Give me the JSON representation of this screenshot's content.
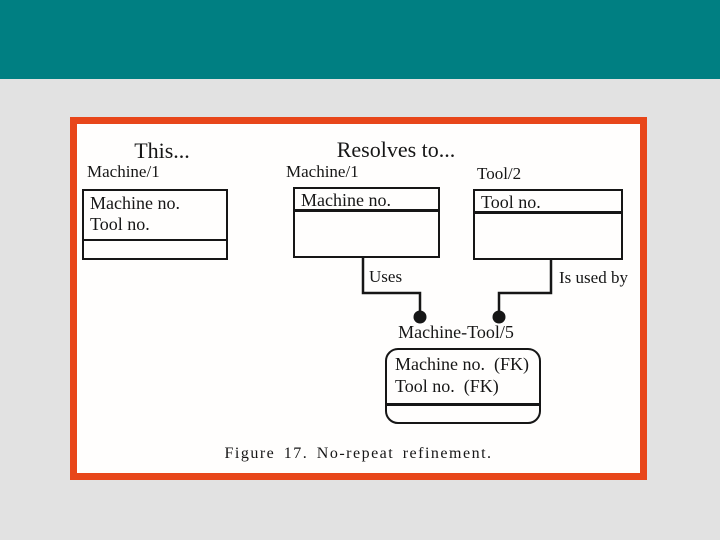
{
  "theme": {
    "header_color": "#007f82",
    "slide_background": "#e2e2e2",
    "frame_border_color": "#e8461a",
    "frame_background": "#fffefd",
    "ink_color": "#161616"
  },
  "figure": {
    "heading_left": "This...",
    "heading_right": "Resolves to...",
    "before": {
      "entity_label": "Machine/1",
      "attributes": [
        "Machine no.",
        "Tool no."
      ]
    },
    "resolved": {
      "machine": {
        "entity_label": "Machine/1",
        "key_attribute": "Machine no."
      },
      "tool": {
        "entity_label": "Tool/2",
        "key_attribute": "Tool no."
      },
      "machine_tool": {
        "entity_label": "Machine-Tool/5",
        "attributes": [
          "Machine no.  (FK)",
          "Tool no.  (FK)"
        ]
      }
    },
    "relationships": {
      "uses_label": "Uses",
      "is_used_by_label": "Is used by"
    },
    "caption": "Figure 17. No-repeat refinement."
  }
}
